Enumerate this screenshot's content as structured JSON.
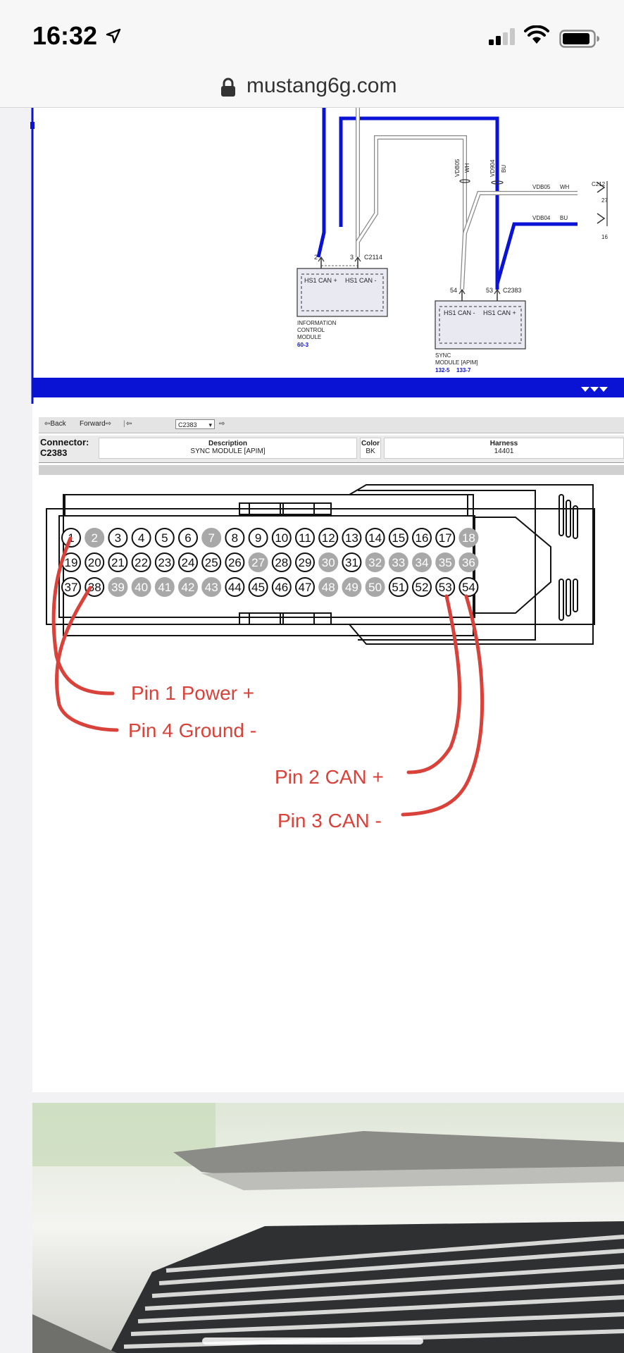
{
  "status_bar": {
    "time": "16:32",
    "icons": [
      "location-arrow-icon",
      "cellular-signal-icon",
      "wifi-icon",
      "battery-icon"
    ]
  },
  "browser": {
    "url": "mustang6g.com",
    "lock_icon": "lock-icon"
  },
  "wiring_diagram": {
    "connector_c2114": "C2114",
    "connector_c2383": "C2383",
    "connector_c212": "C212",
    "pin_2": "2",
    "pin_3": "3",
    "pin_54": "54",
    "pin_53": "53",
    "pin_27": "27",
    "pin_16": "16",
    "icm_pin_a": "HS1 CAN +",
    "icm_pin_b": "HS1 CAN -",
    "sync_pin_a": "HS1 CAN -",
    "sync_pin_b": "HS1 CAN +",
    "icm_label_1": "INFORMATION",
    "icm_label_2": "CONTROL",
    "icm_label_3": "MODULE",
    "icm_ref": "60-3",
    "sync_label_1": "SYNC",
    "sync_label_2": "MODULE [APIM]",
    "sync_ref_1": "132-5",
    "sync_ref_2": "133-7",
    "circuit_vdb05": "VDB05",
    "circuit_vdb04": "VDB04",
    "color_wh": "WH",
    "color_bu": "BU",
    "wire_wh_v": "WH",
    "wire_bu_v": "BU",
    "wire_vdb05_v": "VDB05",
    "wire_vd904_v": "VD904",
    "page_nav_icon": "triple-chevron-down-icon",
    "accent_color": "#0a12d4"
  },
  "toolbar": {
    "back": "Back",
    "forward": "Forward",
    "select_value": "C2383"
  },
  "connector_info": {
    "connector_label": "Connector:",
    "connector_value": "C2383",
    "description_label": "Description",
    "description_value": "SYNC MODULE [APIM]",
    "color_label": "Color",
    "color_value": "BK",
    "harness_label": "Harness",
    "harness_value": "14401"
  },
  "pinout": {
    "pins_total": 54,
    "pins_per_row": 18,
    "grey_pins": [
      2,
      7,
      18,
      27,
      30,
      32,
      33,
      34,
      35,
      36,
      39,
      40,
      41,
      42,
      43,
      48,
      49,
      50
    ],
    "annotation_color": "#d9423a",
    "annotations": {
      "pin1": "Pin 1 Power +",
      "pin4": "Pin 4 Ground -",
      "pin2": "Pin 2 CAN +",
      "pin3": "Pin 3 CAN -"
    }
  }
}
